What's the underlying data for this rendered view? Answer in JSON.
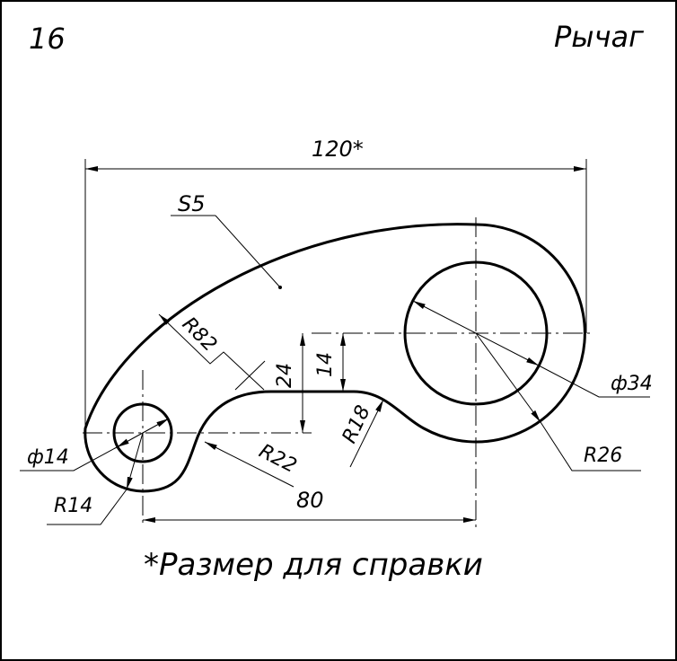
{
  "sheet_number": "16",
  "title": "Рычаг",
  "note": "*Размер для справки",
  "dimensions": {
    "overall_length": "120*",
    "center_distance": "80",
    "thickness": "S5",
    "r_outer_arc": "R82",
    "height_24": "24",
    "height_14": "14",
    "r18": "R18",
    "r22": "R22",
    "r14": "R14",
    "r26": "R26",
    "hole_small": "ф14",
    "hole_large": "ф34"
  }
}
